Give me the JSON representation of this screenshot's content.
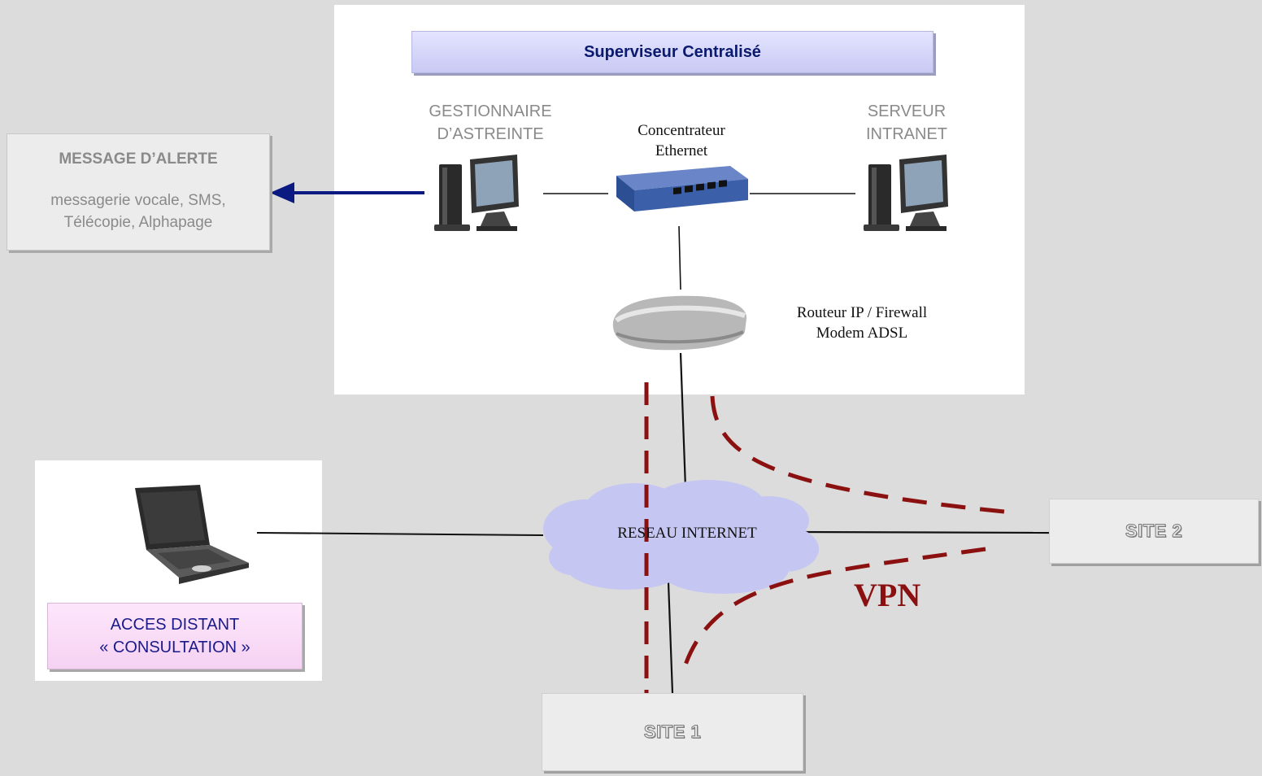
{
  "header": {
    "title": "Superviseur Centralisé"
  },
  "nodes": {
    "gestionnaire": {
      "line1": "GESTIONNAIRE",
      "line2": "D’ASTREINTE"
    },
    "concentrateur": {
      "line1": "Concentrateur",
      "line2": "Ethernet"
    },
    "serveur": {
      "line1": "SERVEUR",
      "line2": "INTRANET"
    },
    "routeur": {
      "line1": "Routeur IP / Firewall",
      "line2": "Modem ADSL"
    },
    "internet": {
      "label": "RESEAU INTERNET"
    }
  },
  "alert": {
    "title": "MESSAGE D’ALERTE",
    "line1": "messagerie vocale, SMS,",
    "line2": "Télécopie, Alphapage"
  },
  "remote": {
    "line1": "ACCES DISTANT",
    "line2": "« CONSULTATION »"
  },
  "sites": {
    "site1": "SITE 1",
    "site2": "SITE 2"
  },
  "vpn": {
    "label": "VPN"
  },
  "colors": {
    "background": "#dcdcdc",
    "vpn_dash": "#8b1111",
    "alert_arrow": "#0a1a80",
    "cloud": "#c6c6f2"
  },
  "icons": [
    "desktop-computer-icon",
    "ethernet-switch-icon",
    "router-icon",
    "laptop-icon",
    "cloud-icon"
  ]
}
